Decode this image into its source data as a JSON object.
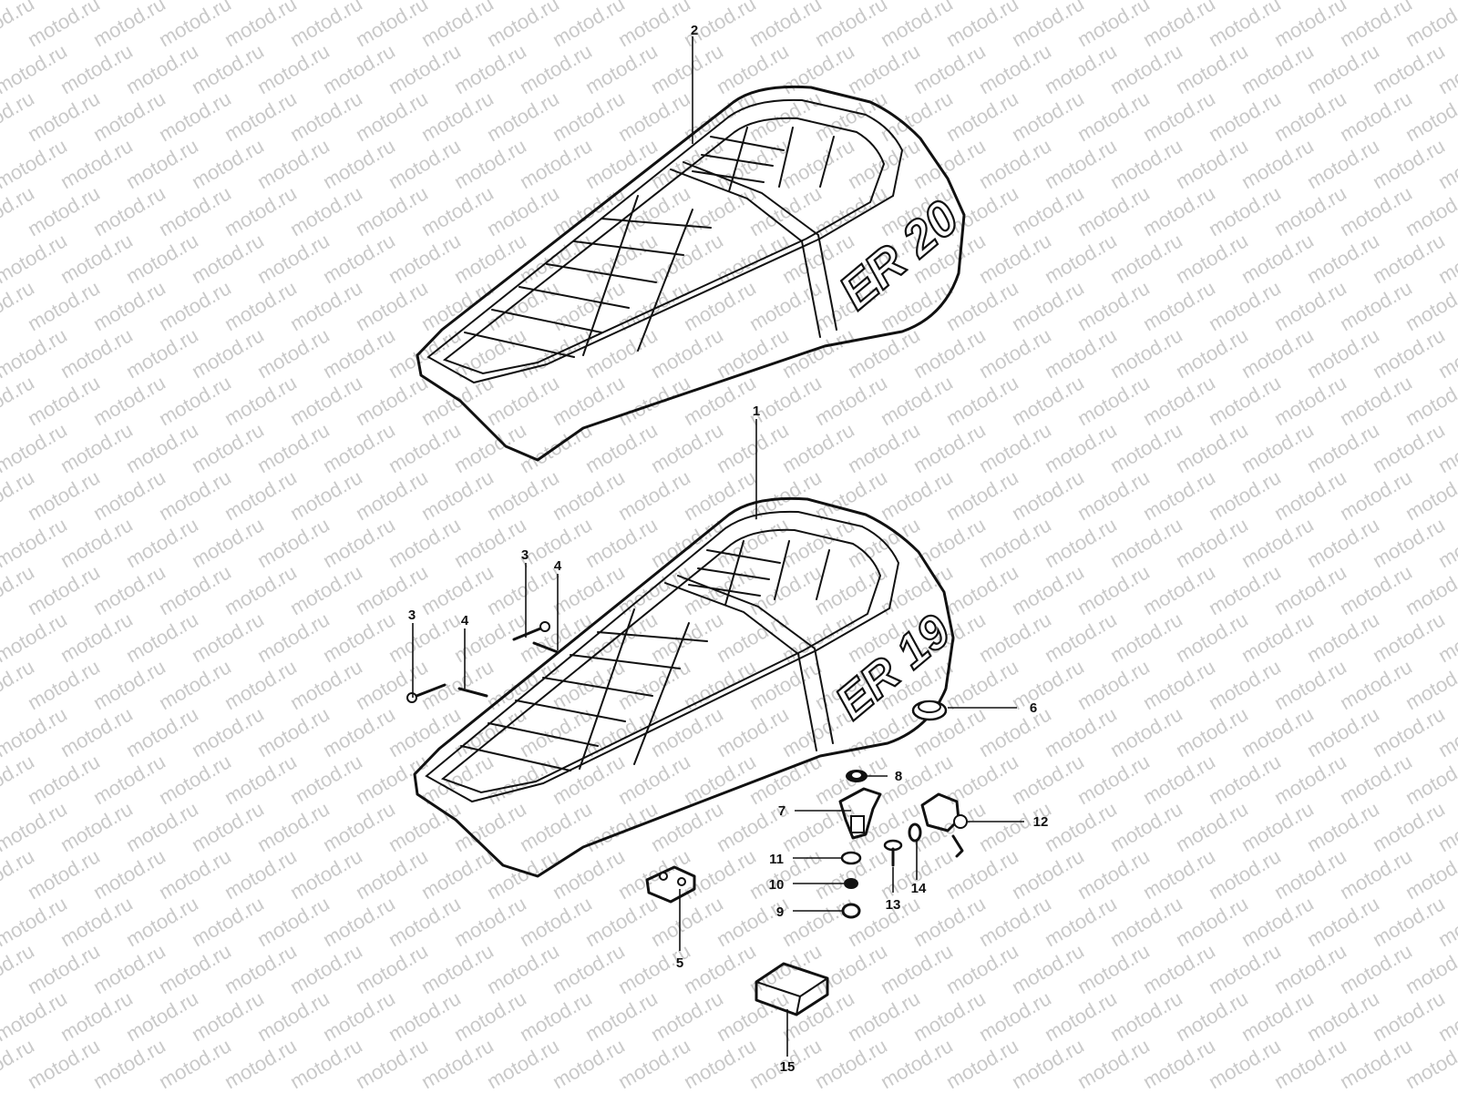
{
  "watermark": "motod.ru",
  "seat_logos": {
    "top": "ER 20",
    "bottom": "ER 19"
  },
  "callouts": [
    "1",
    "2",
    "3",
    "3",
    "4",
    "4",
    "5",
    "6",
    "7",
    "8",
    "9",
    "10",
    "11",
    "12",
    "13",
    "14",
    "15"
  ],
  "colors": {
    "ink": "#111111",
    "paper": "#ffffff",
    "watermark": "#c9c9c9"
  }
}
